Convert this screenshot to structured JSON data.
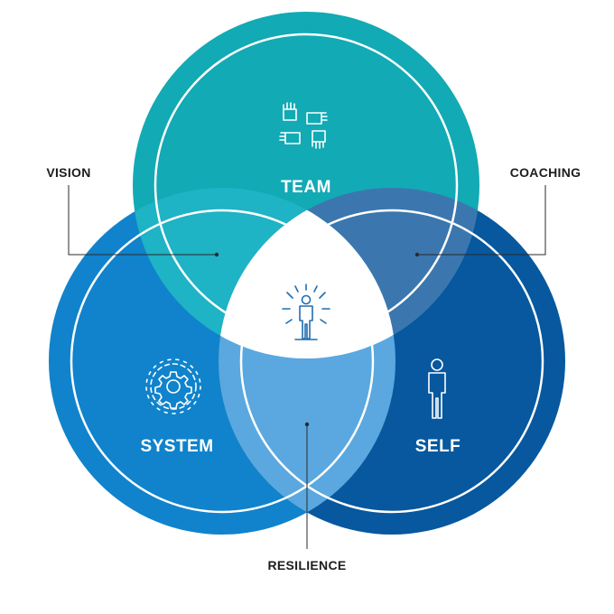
{
  "circles": {
    "team": {
      "label": "TEAM",
      "icon": "hands-together-icon",
      "color": "#12aab4"
    },
    "system": {
      "label": "SYSTEM",
      "icon": "gear-icon",
      "color": "#1083cc"
    },
    "self": {
      "label": "SELF",
      "icon": "person-icon",
      "color": "#07589e"
    }
  },
  "overlaps": {
    "team_system": {
      "color": "#1eb3c5"
    },
    "team_self": {
      "color": "#3b77ae"
    },
    "system_self": {
      "color": "#5aa8df"
    },
    "center": {
      "icon": "radiant-person-icon",
      "color": "#ffffff"
    }
  },
  "callouts": {
    "vision": "VISION",
    "coaching": "COACHING",
    "resilience": "RESILIENCE"
  }
}
